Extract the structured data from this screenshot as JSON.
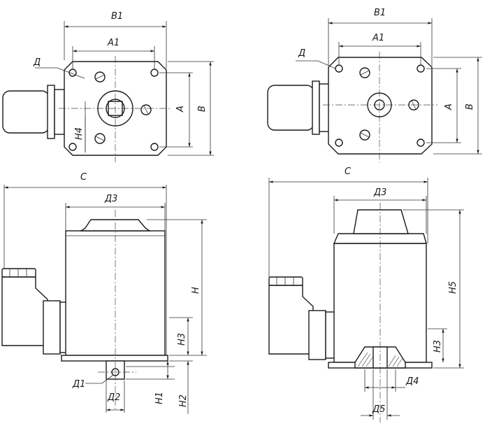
{
  "labels": {
    "tl": {
      "B1": "B1",
      "A1": "A1",
      "D": "Д",
      "A": "A",
      "B": "B",
      "H4": "H4"
    },
    "tr": {
      "B1": "B1",
      "A1": "A1",
      "D": "Д",
      "A": "A",
      "B": "B"
    },
    "bl": {
      "C": "C",
      "D3": "Д3",
      "H": "H",
      "H3": "H3",
      "D1": "Д1",
      "D2": "Д2",
      "H1": "H1",
      "H2": "H2"
    },
    "br": {
      "C": "C",
      "D3": "Д3",
      "H5": "H5",
      "H3": "H3",
      "D4": "Д4",
      "D5": "Д5"
    }
  }
}
